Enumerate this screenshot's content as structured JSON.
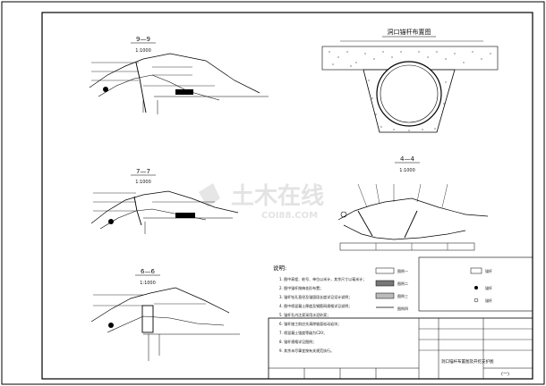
{
  "sections": {
    "s99": {
      "title": "9—9",
      "scale": "1:1000"
    },
    "s77": {
      "title": "7—7",
      "scale": "1:1000"
    },
    "s66": {
      "title": "6—6",
      "scale": "1:1000"
    },
    "s44": {
      "title": "4—4",
      "scale": "1:1000"
    }
  },
  "portal_title": "洞口锚杆布置图",
  "watermark": {
    "main": "土木在线",
    "sub": "COI88.COM"
  },
  "notes": {
    "heading": "说明:",
    "lines": [
      "1. 图中高程、桩号、单位以米计，其余尺寸以毫米计；",
      "2. 图中锚杆按梅花形布置；",
      "3. 锚杆钻孔直径及锚固段长度详见设计说明；",
      "4. 图中喷混凝土厚度及钢筋网规格详见说明；",
      "5. 锚杆孔内注浆采用水泥砂浆；",
      "6. 锚杆施工前应先清除坡面松动岩块；",
      "7. 喷混凝土强度等级为C20；",
      "8. 锚杆规格详见图例；",
      "9. 其余未尽事宜按有关规范执行。"
    ]
  },
  "legend": {
    "items": [
      "图例一",
      "图例二",
      "图例三",
      "图例四"
    ],
    "right_items": [
      "锚杆",
      "锚杆",
      "锚杆"
    ]
  },
  "title_block": {
    "drawing_title": "洞口锚杆布置图及开挖支护图",
    "sheet": "(一)"
  }
}
